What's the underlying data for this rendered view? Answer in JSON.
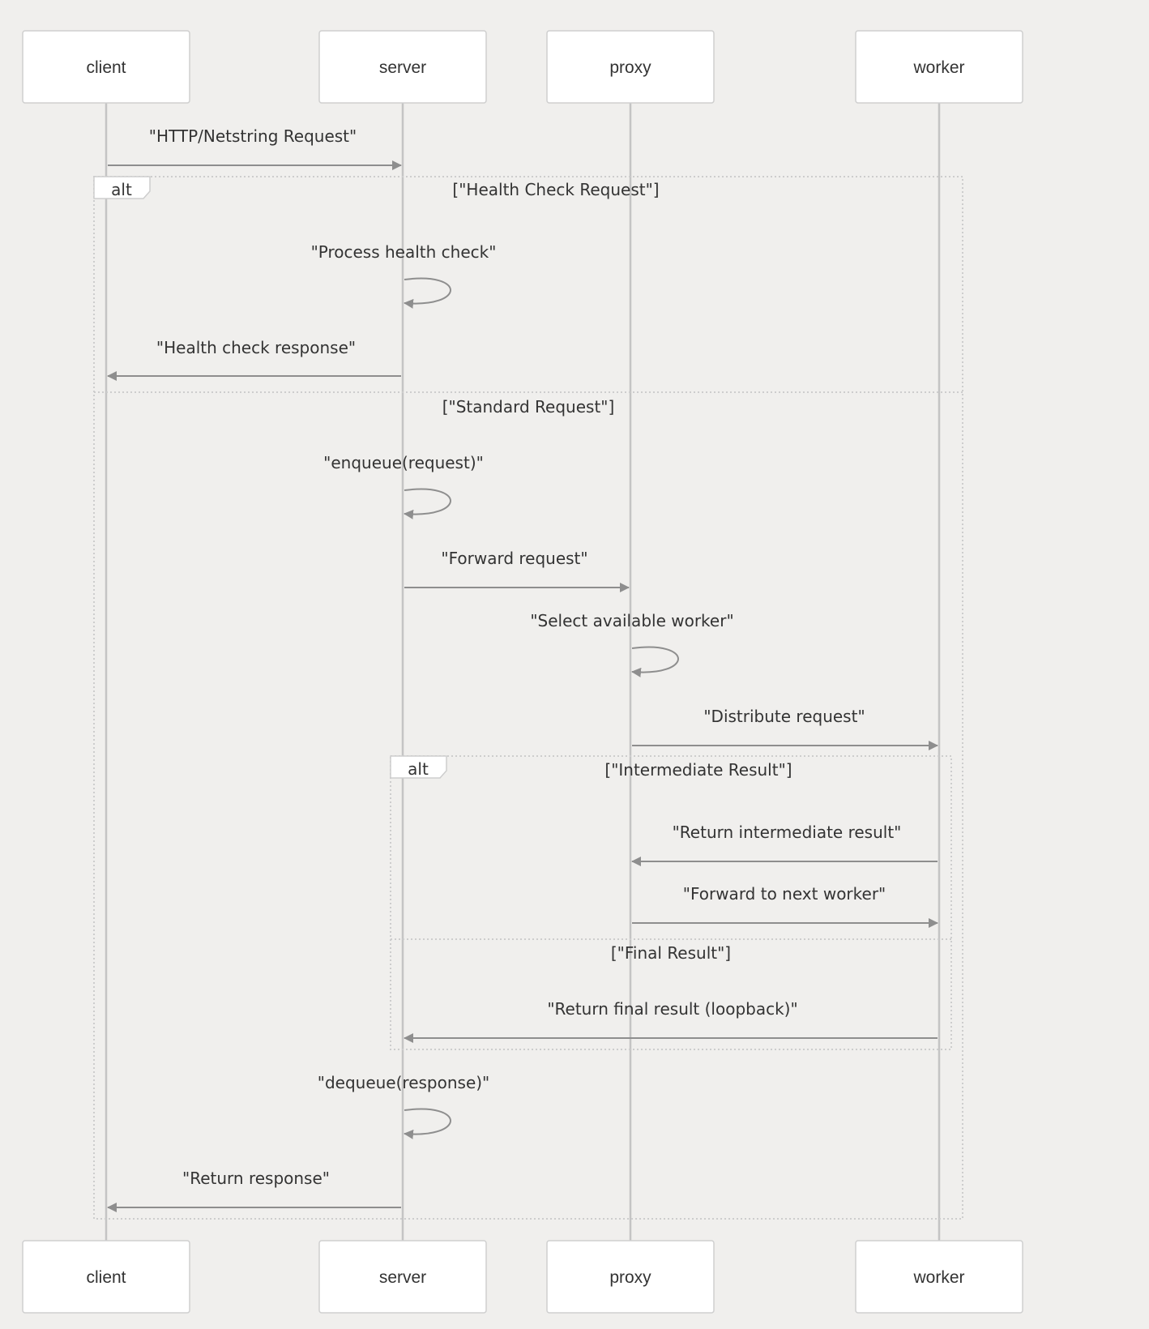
{
  "participants": [
    {
      "id": "client",
      "label": "client"
    },
    {
      "id": "server",
      "label": "server"
    },
    {
      "id": "proxy",
      "label": "proxy"
    },
    {
      "id": "worker",
      "label": "worker"
    }
  ],
  "messages": [
    {
      "from": "client",
      "to": "server",
      "label": "\"HTTP/Netstring Request\""
    },
    {
      "from": "server",
      "to": "server",
      "label": "\"Process health check\""
    },
    {
      "from": "server",
      "to": "client",
      "label": "\"Health check response\""
    },
    {
      "from": "server",
      "to": "server",
      "label": "\"enqueue(request)\""
    },
    {
      "from": "server",
      "to": "proxy",
      "label": "\"Forward request\""
    },
    {
      "from": "proxy",
      "to": "proxy",
      "label": "\"Select available worker\""
    },
    {
      "from": "proxy",
      "to": "worker",
      "label": "\"Distribute request\""
    },
    {
      "from": "worker",
      "to": "proxy",
      "label": "\"Return intermediate result\""
    },
    {
      "from": "proxy",
      "to": "worker",
      "label": "\"Forward to next worker\""
    },
    {
      "from": "worker",
      "to": "server",
      "label": "\"Return final result (loopback)\""
    },
    {
      "from": "server",
      "to": "server",
      "label": "\"dequeue(response)\""
    },
    {
      "from": "server",
      "to": "client",
      "label": "\"Return response\""
    }
  ],
  "fragments": [
    {
      "keyword": "alt",
      "sections": [
        {
          "condition": "[\"Health Check Request\"]"
        },
        {
          "condition": "[\"Standard Request\"]"
        }
      ]
    },
    {
      "keyword": "alt",
      "sections": [
        {
          "condition": "[\"Intermediate Result\"]"
        },
        {
          "condition": "[\"Final Result\"]"
        }
      ]
    }
  ],
  "colors": {
    "background": "#f0efed",
    "actor_fill": "#ffffff",
    "lifeline": "#c4c4c4",
    "arrow": "#8e8e8e",
    "text": "#333333"
  }
}
